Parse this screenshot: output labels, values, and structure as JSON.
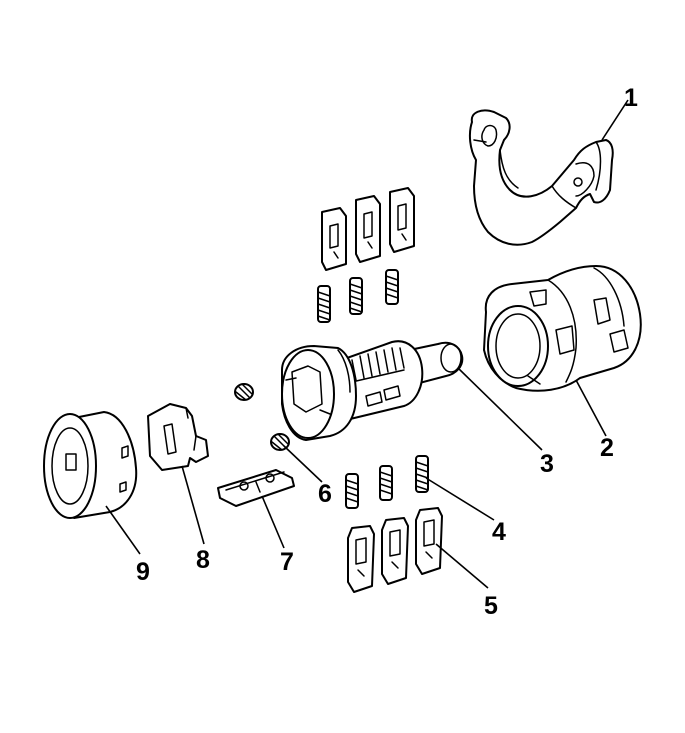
{
  "diagram": {
    "callouts": [
      {
        "id": "callout-1",
        "label": "1"
      },
      {
        "id": "callout-2",
        "label": "2"
      },
      {
        "id": "callout-3",
        "label": "3"
      },
      {
        "id": "callout-4",
        "label": "4"
      },
      {
        "id": "callout-5",
        "label": "5"
      },
      {
        "id": "callout-6",
        "label": "6"
      },
      {
        "id": "callout-7",
        "label": "7"
      },
      {
        "id": "callout-8",
        "label": "8"
      },
      {
        "id": "callout-9",
        "label": "9"
      }
    ]
  }
}
